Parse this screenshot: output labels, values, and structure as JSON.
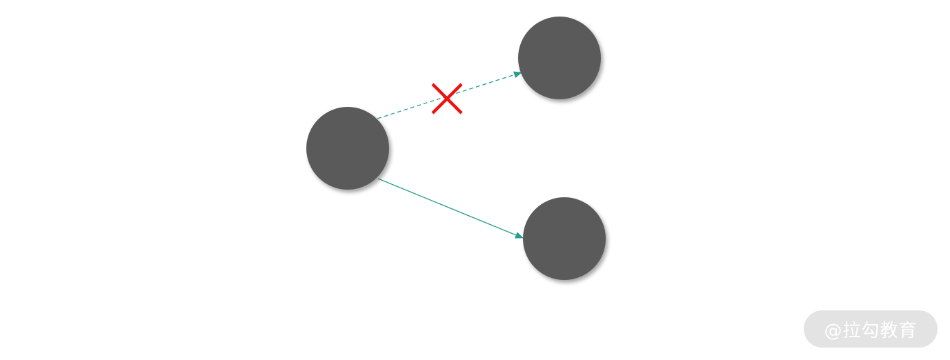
{
  "diagram": {
    "nodes": [
      {
        "id": "source"
      },
      {
        "id": "target-top"
      },
      {
        "id": "target-bottom"
      }
    ],
    "edges": [
      {
        "from": "source",
        "to": "target-top",
        "style": "dashed",
        "blocked": true
      },
      {
        "from": "source",
        "to": "target-bottom",
        "style": "solid",
        "blocked": false
      }
    ]
  },
  "colors": {
    "node_fill": "#5a5a5a",
    "edge": "#2a9d8f",
    "blocked_mark": "#ee1111",
    "watermark_bg": "#e3e3e3",
    "watermark_text": "#ffffff"
  },
  "icons": {
    "blocked_mark": "cross-icon"
  },
  "watermark": {
    "text": "@拉勾教育"
  }
}
